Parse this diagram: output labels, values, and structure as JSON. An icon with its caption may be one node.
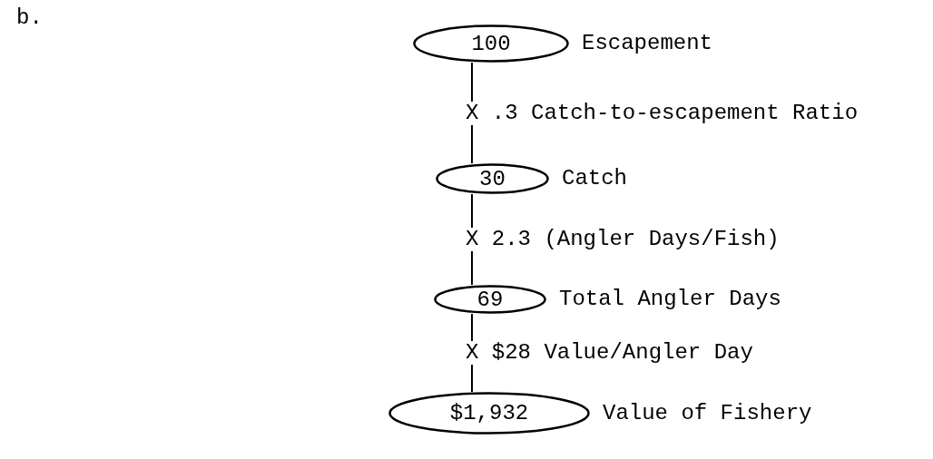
{
  "diagram": {
    "nodes": [
      {
        "text": [
          "100"
        ],
        "beside": [
          "Escapement"
        ]
      },
      {
        "text": [
          "30"
        ],
        "beside": [
          "Catch"
        ]
      },
      {
        "text": [
          "69"
        ],
        "beside": [
          "Total Angler Days"
        ]
      },
      {
        "text": [
          "$1,932"
        ],
        "beside": [
          "Value of Fishery"
        ]
      }
    ],
    "edges": [
      {
        "from": 0,
        "to": 1,
        "arrow": "none",
        "label": "X .3 Catch-to-escapement Ratio"
      },
      {
        "from": 1,
        "to": 2,
        "arrow": "none",
        "label": "X 2.3 (Angler Days/Fish)"
      },
      {
        "from": 2,
        "to": 3,
        "arrow": "none",
        "label": "X $28 Value/Angler Day"
      }
    ],
    "labels": [
      "b."
    ]
  }
}
